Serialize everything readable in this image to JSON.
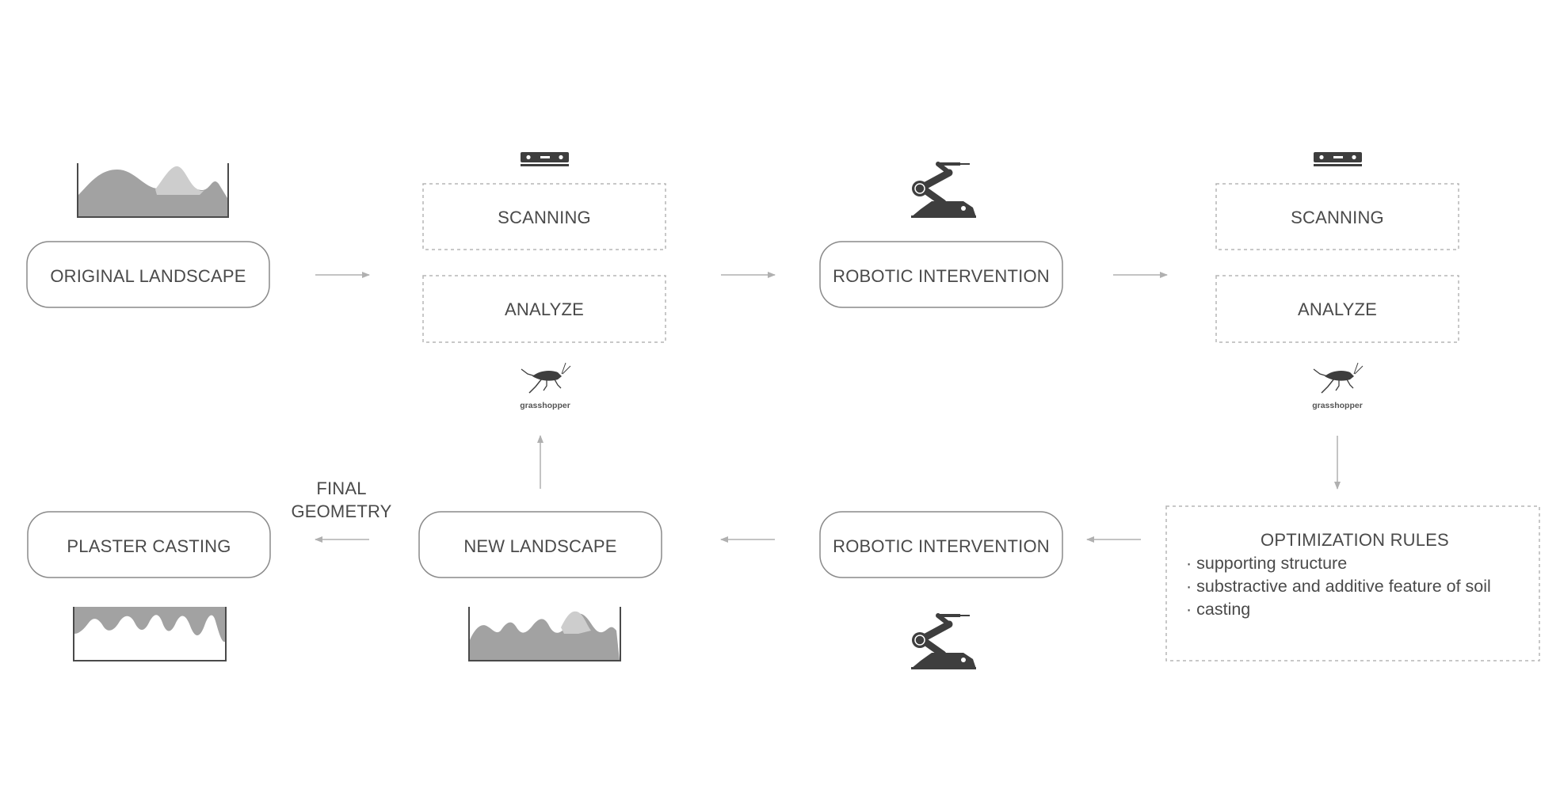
{
  "nodes": {
    "original_landscape": "ORIGINAL LANDSCAPE",
    "scanning_1": "SCANNING",
    "analyze_1": "ANALYZE",
    "robotic_intervention_1": "ROBOTIC INTERVENTION",
    "scanning_2": "SCANNING",
    "analyze_2": "ANALYZE",
    "plaster_casting": "PLASTER CASTING",
    "new_landscape": "NEW LANDSCAPE",
    "robotic_intervention_2": "ROBOTIC INTERVENTION"
  },
  "final_geometry": {
    "line1": "FINAL",
    "line2": "GEOMETRY"
  },
  "optimization": {
    "title": "OPTIMIZATION RULES",
    "items": [
      "· supporting structure",
      "· substractive and additive feature of soil",
      "· casting"
    ]
  },
  "icons": {
    "grasshopper_label": "grasshopper"
  },
  "colors": {
    "stroke": "#8a8a8a",
    "dashed": "#b5b5b5",
    "arrow": "#b0b0b0",
    "terrain_dark": "#a2a2a2",
    "terrain_light": "#cdcdcd",
    "icon": "#3e3e3e"
  }
}
